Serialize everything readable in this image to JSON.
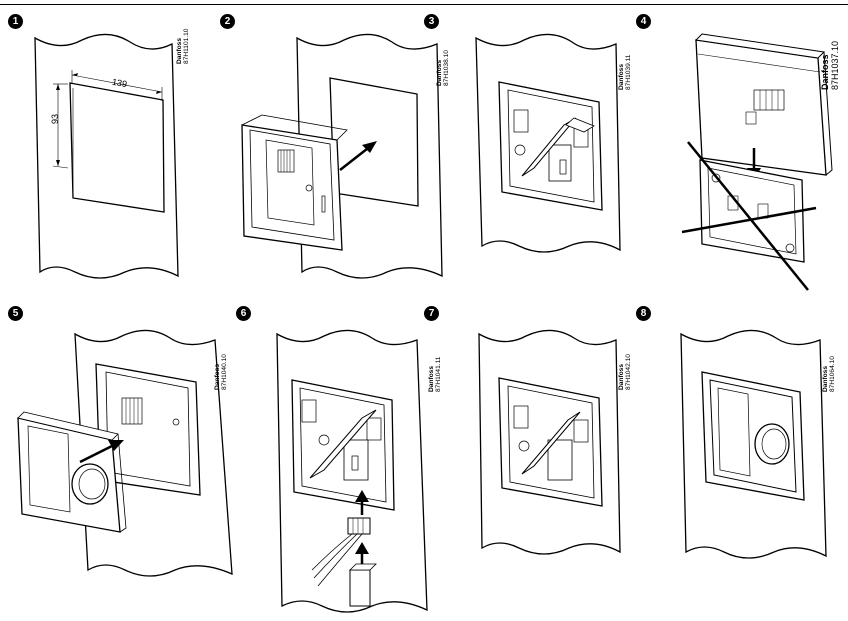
{
  "steps": [
    {
      "num": "1",
      "brand": "Danfoss",
      "code": "87H1101.10",
      "width_label": "139",
      "height_label": "93"
    },
    {
      "num": "2",
      "brand": "Danfoss",
      "code": "87H1038.10"
    },
    {
      "num": "3",
      "brand": "Danfoss",
      "code": "87H1039.11"
    },
    {
      "num": "4",
      "brand": "Danfoss",
      "code": "87H1037.10"
    },
    {
      "num": "5",
      "brand": "Danfoss",
      "code": "87H1040.10"
    },
    {
      "num": "6",
      "brand": "Danfoss",
      "code": "87H1041.11"
    },
    {
      "num": "7",
      "brand": "Danfoss",
      "code": "87H1042.10"
    },
    {
      "num": "8",
      "brand": "Danfoss",
      "code": "87H1064.10"
    }
  ]
}
